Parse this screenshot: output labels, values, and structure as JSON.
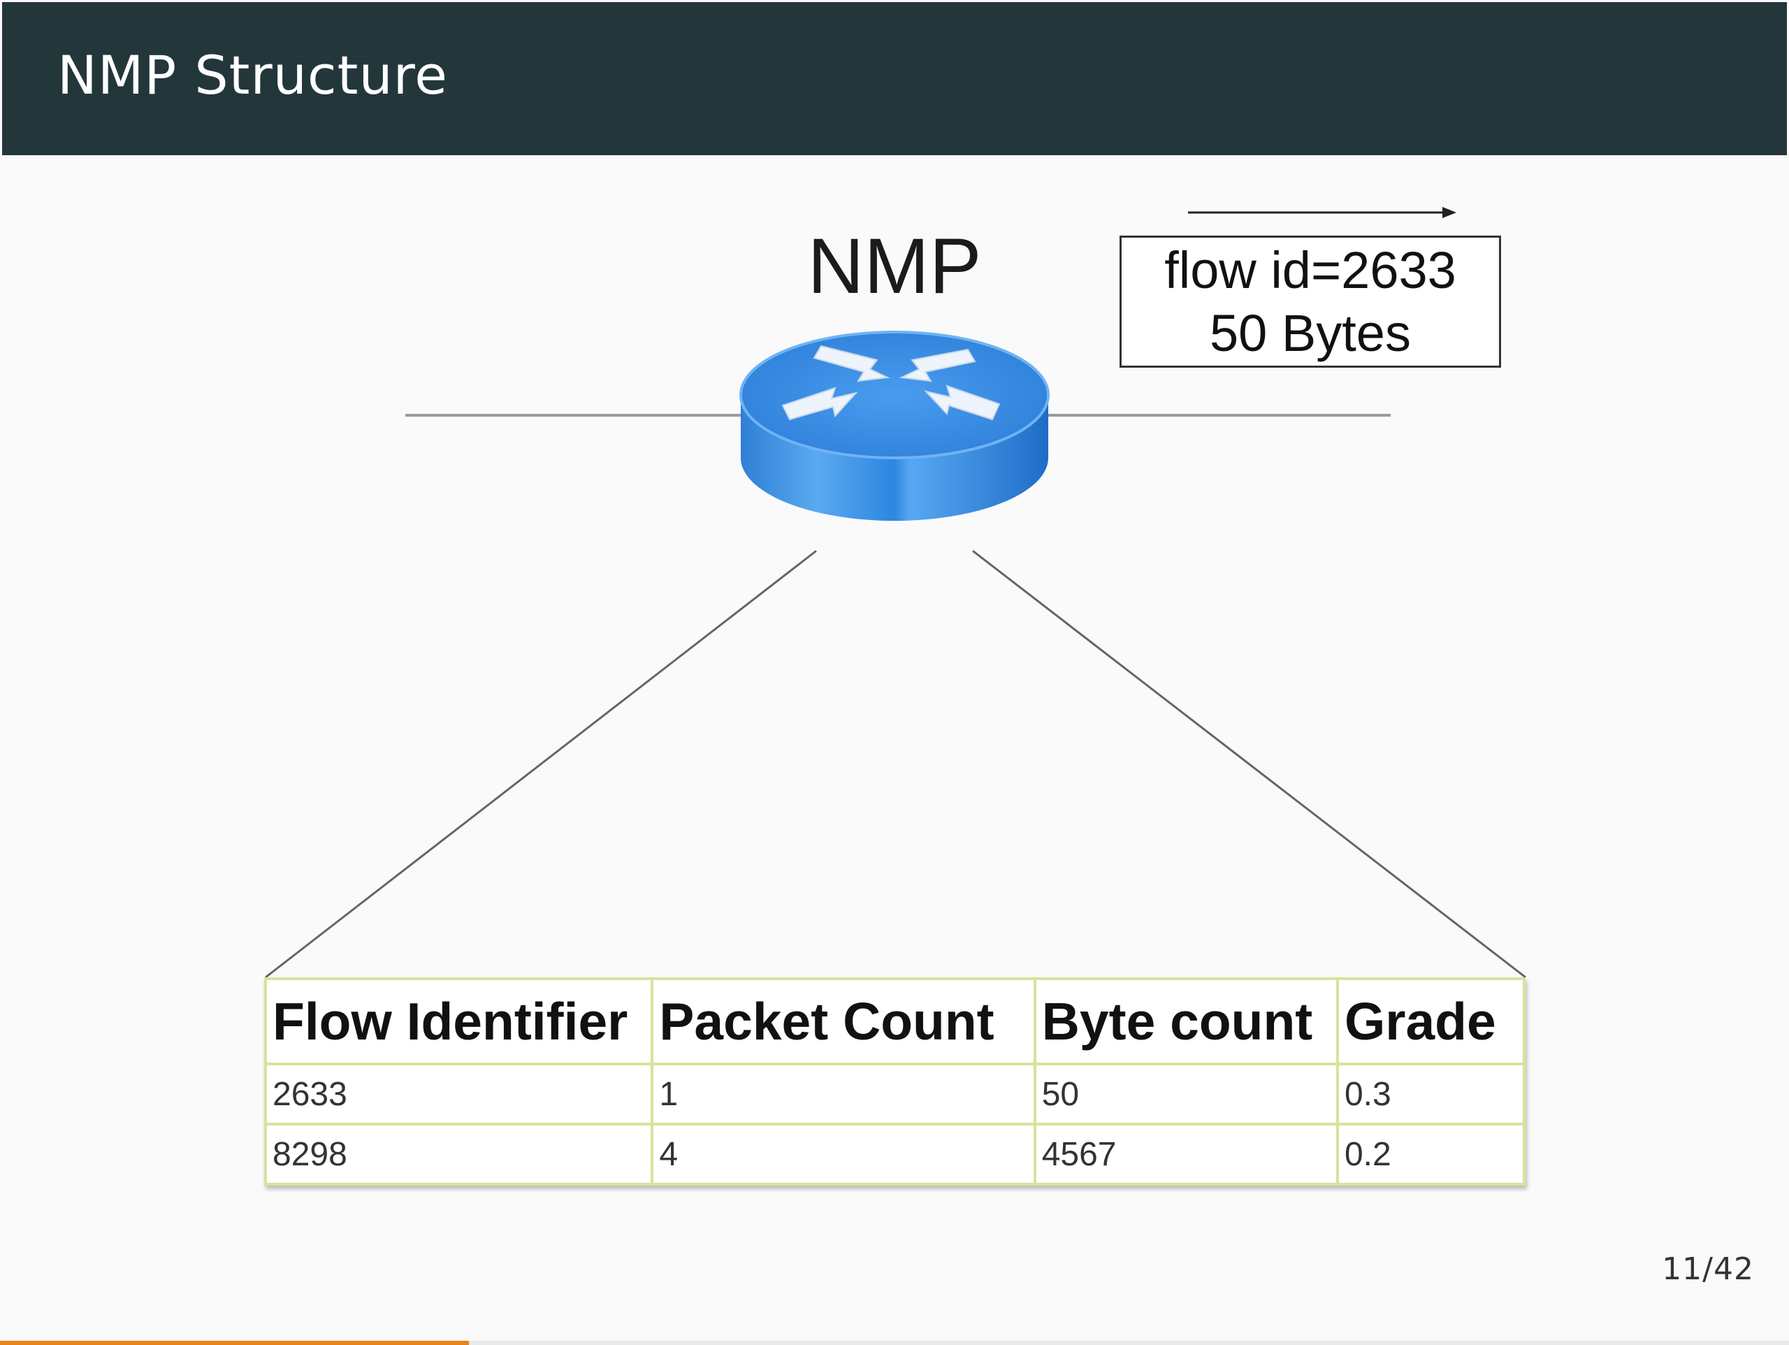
{
  "slide": {
    "title": "NMP Structure",
    "page_number": "11/42",
    "progress_fraction": 0.262
  },
  "diagram": {
    "router_label": "NMP",
    "router_icon": "router-icon",
    "flow_box": {
      "line1": "flow id=2633",
      "line2": "50 Bytes"
    },
    "table": {
      "headers": [
        "Flow Identifier",
        "Packet Count",
        "Byte count",
        "Grade"
      ],
      "rows": [
        [
          "2633",
          "1",
          "50",
          "0.3"
        ],
        [
          "8298",
          "4",
          "4567",
          "0.2"
        ]
      ]
    }
  },
  "colors": {
    "title_bar": "#23373b",
    "table_border": "#d5e49a",
    "router_blue": "#3b8fe0",
    "progress": "#eb811b"
  }
}
